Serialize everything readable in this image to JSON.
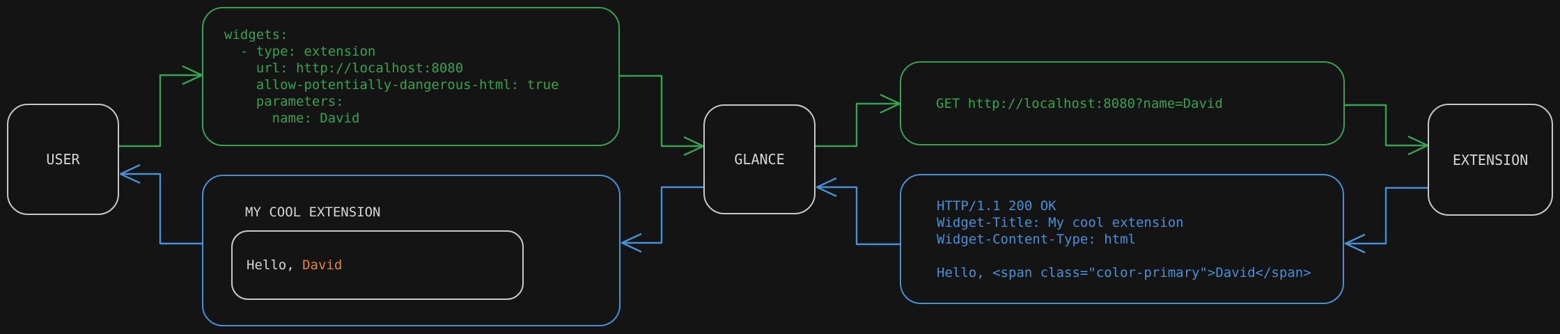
{
  "colors": {
    "background": "#141414",
    "green": "#36a351",
    "blue": "#4791d6",
    "orange": "#e08440",
    "node_border": "#c9c9c9",
    "text_light": "#d6d6d6"
  },
  "nodes": {
    "user": {
      "label": "USER"
    },
    "glance": {
      "label": "GLANCE"
    },
    "extension": {
      "label": "EXTENSION"
    }
  },
  "config_box": {
    "lines": [
      "widgets:",
      "  - type: extension",
      "    url: http://localhost:8080",
      "    allow-potentially-dangerous-html: true",
      "    parameters:",
      "      name: David"
    ]
  },
  "request_box": {
    "text": "GET http://localhost:8080?name=David"
  },
  "response_box": {
    "lines": [
      "HTTP/1.1 200 OK",
      "Widget-Title: My cool extension",
      "Widget-Content-Type: html",
      "",
      "Hello, <span class=\"color-primary\">David</span>"
    ]
  },
  "widget_box": {
    "title": "MY COOL EXTENSION",
    "greeting_prefix": "Hello, ",
    "greeting_name": "David"
  }
}
